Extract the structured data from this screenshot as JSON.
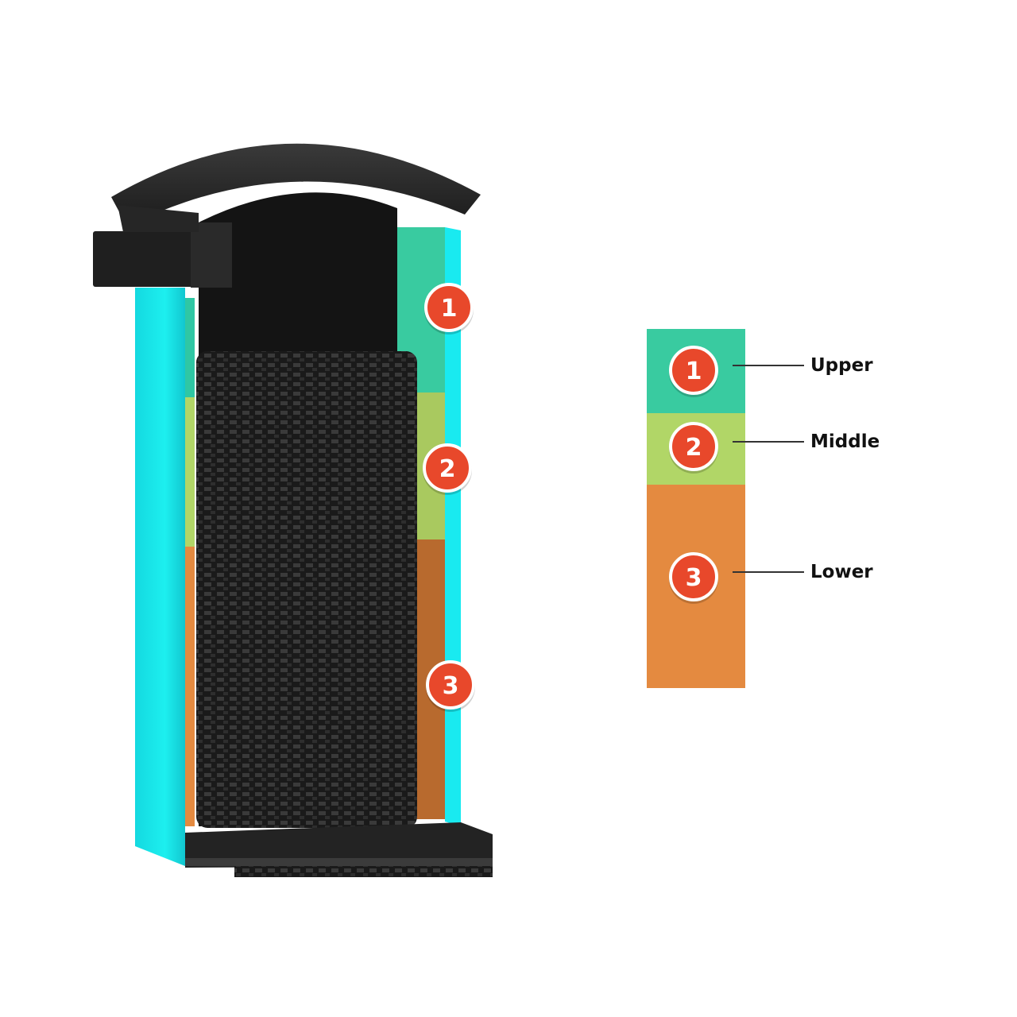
{
  "colors": {
    "upper": "#39cba0",
    "middle": "#b1d667",
    "lower": "#e48a40",
    "shell": "#19eaf0",
    "housing": "#202020",
    "badge": "#e8482b"
  },
  "callouts": [
    {
      "number": "1",
      "icon": "number-badge-icon"
    },
    {
      "number": "2",
      "icon": "number-badge-icon"
    },
    {
      "number": "3",
      "icon": "number-badge-icon"
    }
  ],
  "legend": [
    {
      "number": "1",
      "label": "Upper"
    },
    {
      "number": "2",
      "label": "Middle"
    },
    {
      "number": "3",
      "label": "Lower"
    }
  ]
}
